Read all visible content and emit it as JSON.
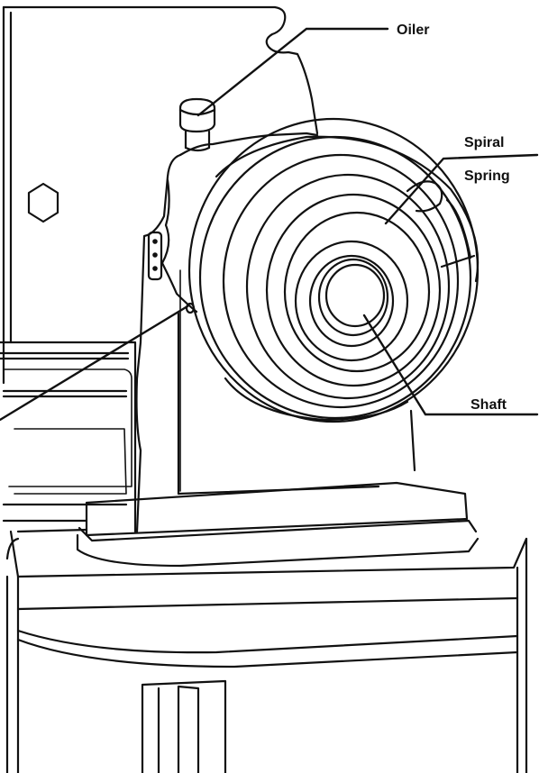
{
  "labels": {
    "oiler": "Oiler",
    "spiral_spring_line1": "Spiral",
    "spiral_spring_line2": "Spring",
    "shaft": "Shaft"
  },
  "colors": {
    "ink": "#111111",
    "paper": "#ffffff"
  }
}
